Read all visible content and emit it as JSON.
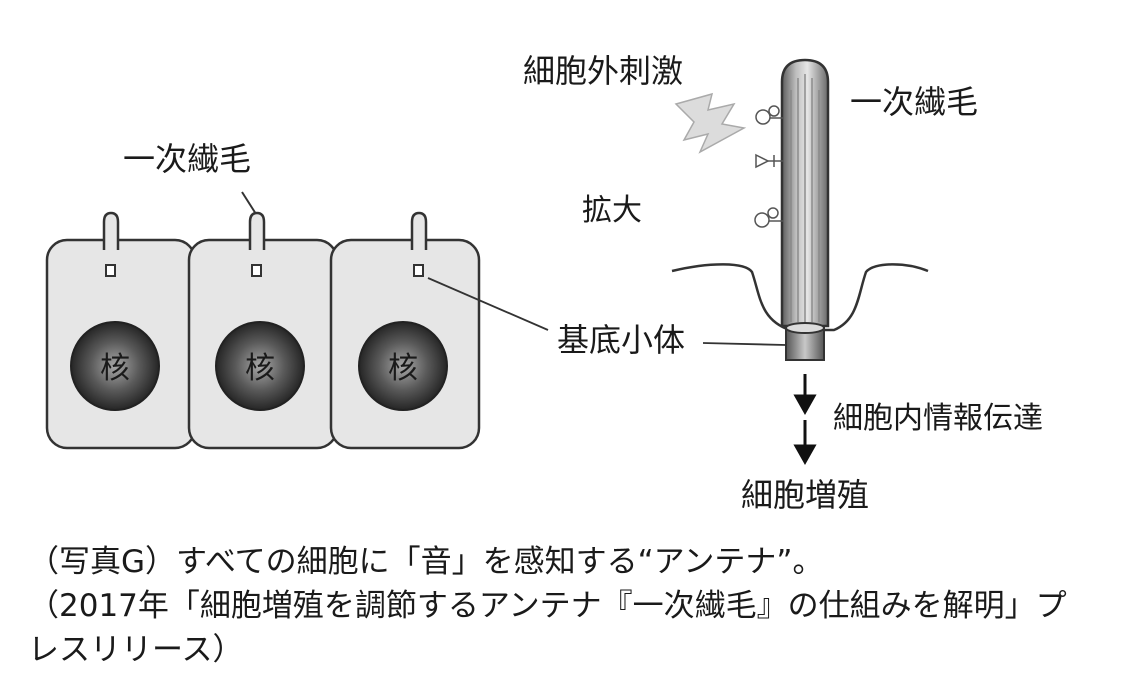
{
  "diagram": {
    "left_cells": {
      "cilium_label": "一次繊毛",
      "nucleus_labels": [
        "核",
        "核",
        "核"
      ]
    },
    "enlarged": {
      "stimulus_label": "細胞外刺激",
      "cilium_label": "一次繊毛",
      "magnify_label": "拡大",
      "basal_body_label": "基底小体",
      "signaling_label": "細胞内情報伝達",
      "result_label": "細胞増殖"
    },
    "colors": {
      "cell_fill": "#e6e6e6",
      "outline": "#333333",
      "nucleus_dark": "#2b2b2b",
      "nucleus_light": "#9a9a9a",
      "stimulus_fill": "#dcdcdc"
    }
  },
  "caption": {
    "line1": "（写真G）すべての細胞に「音」を感知する“アンテナ”。",
    "line2": "（2017年「細胞増殖を調節するアンテナ『一次繊毛』の仕組みを解明」プ",
    "line3": "レスリリース）"
  }
}
